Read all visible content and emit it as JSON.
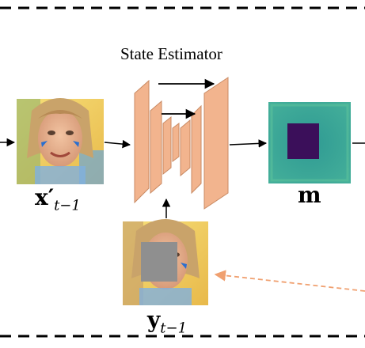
{
  "module": {
    "title": "State Estimator"
  },
  "labels": {
    "prev_estimate": "x′",
    "prev_estimate_sub": "t−1",
    "mask": "m",
    "observation": "y",
    "observation_sub": "t−1"
  },
  "colors": {
    "unet_fill": "#f2b48e",
    "unet_stroke": "#c98a63",
    "mask_background": "#3aa59a",
    "mask_square": "#3b0f5a",
    "dashed_feedback_arrow": "#f0a070",
    "border_dashes": "#000000"
  },
  "icons": {
    "face_image": "girl-face-photo",
    "occluded_face_image": "girl-face-gray-occlusion-photo",
    "mask_image": "mask-heatmap-square"
  }
}
